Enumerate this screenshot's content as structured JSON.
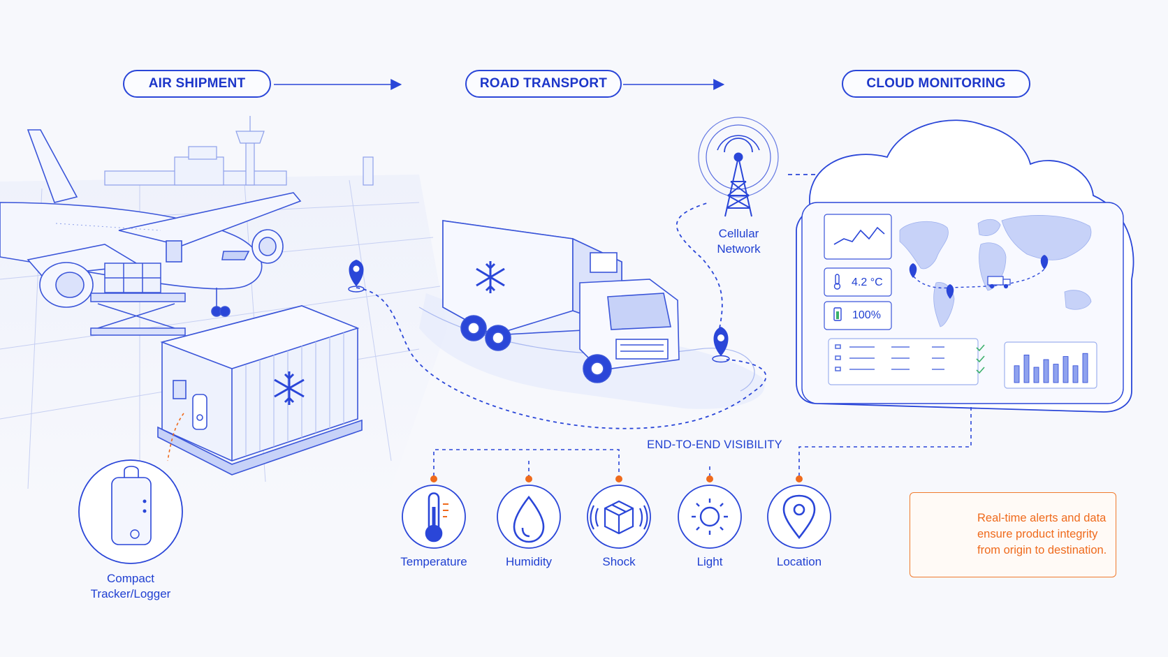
{
  "stages": {
    "air": "AIR SHIPMENT",
    "road": "ROAD TRANSPORT",
    "cloud": "CLOUD MONITORING"
  },
  "network_label": [
    "Cellular",
    "Network"
  ],
  "tracker_label": [
    "Compact",
    "Tracker/Logger"
  ],
  "dashboard": {
    "temperature": "4.2 °C",
    "battery": "100%",
    "bar_values": [
      0.55,
      0.9,
      0.5,
      0.75,
      0.6,
      0.85,
      0.55,
      0.95
    ]
  },
  "e2e_label": "END-TO-END VISIBILITY",
  "sensors": [
    {
      "label": "Temperature",
      "icon": "thermometer-icon"
    },
    {
      "label": "Humidity",
      "icon": "droplet-icon"
    },
    {
      "label": "Shock",
      "icon": "shock-box-icon"
    },
    {
      "label": "Light",
      "icon": "sun-icon"
    },
    {
      "label": "Location",
      "icon": "location-pin-icon"
    }
  ],
  "alert": {
    "icon": "warning-triangle-icon",
    "text": "Real-time alerts and data ensure product integrity from origin to destination."
  },
  "colors": {
    "primary": "#1f3fd1",
    "accent": "#ef6a1c",
    "background": "#f7f8fc"
  }
}
